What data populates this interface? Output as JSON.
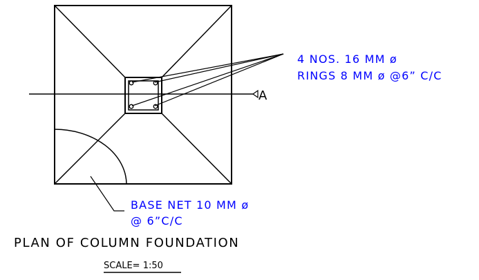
{
  "annotations": {
    "rebar_line1": "4 NOS. 16 MM ø",
    "rebar_line2": "RINGS 8 MM ø @6” C/C",
    "section_marker": "A",
    "base_net_line1": "BASE NET 10 MM ø",
    "base_net_line2": "@ 6”C/C"
  },
  "title": "PLAN OF COLUMN FOUNDATION",
  "scale": "SCALE= 1:50",
  "colors": {
    "linework": "#000000",
    "annotation": "#0000ff",
    "background": "#ffffff"
  }
}
